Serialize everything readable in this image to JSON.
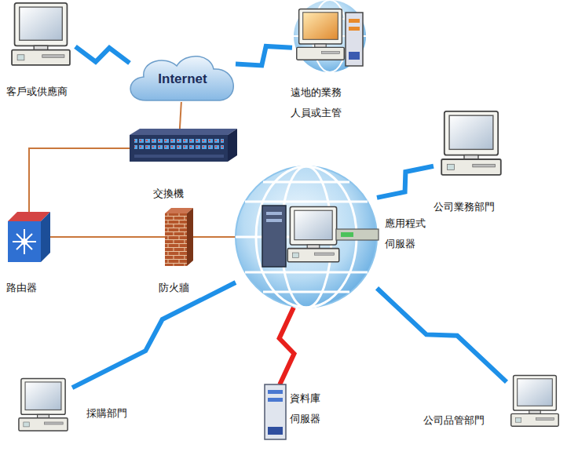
{
  "diagram": {
    "nodes": [
      {
        "text": [
          "客戶或供應商"
        ]
      },
      {
        "text": [
          "Internet"
        ]
      },
      {
        "text": [
          "遠地的業務人員或主管"
        ]
      },
      {
        "text": [
          "交換機"
        ]
      },
      {
        "text": [
          "公司業務部門"
        ]
      },
      {
        "text": [
          "路由器"
        ]
      },
      {
        "text": [
          "防火牆"
        ]
      },
      {
        "text": [
          "應用程式伺服器"
        ]
      },
      {
        "text": [
          "採購部門"
        ]
      },
      {
        "text": [
          "資料庫伺服器"
        ]
      },
      {
        "text": [
          "公司品管部門"
        ]
      }
    ],
    "edges": [
      {
        "from": 0,
        "to": 1,
        "arrow": "none"
      },
      {
        "from": 1,
        "to": 2,
        "arrow": "none"
      },
      {
        "from": 1,
        "to": 3,
        "arrow": "none"
      },
      {
        "from": 3,
        "to": 5,
        "arrow": "none"
      },
      {
        "from": 5,
        "to": 6,
        "arrow": "none"
      },
      {
        "from": 6,
        "to": 7,
        "arrow": "none"
      },
      {
        "from": 7,
        "to": 4,
        "arrow": "none"
      },
      {
        "from": 7,
        "to": 8,
        "arrow": "none"
      },
      {
        "from": 7,
        "to": 9,
        "arrow": "none"
      },
      {
        "from": 7,
        "to": 10,
        "arrow": "none"
      }
    ]
  }
}
